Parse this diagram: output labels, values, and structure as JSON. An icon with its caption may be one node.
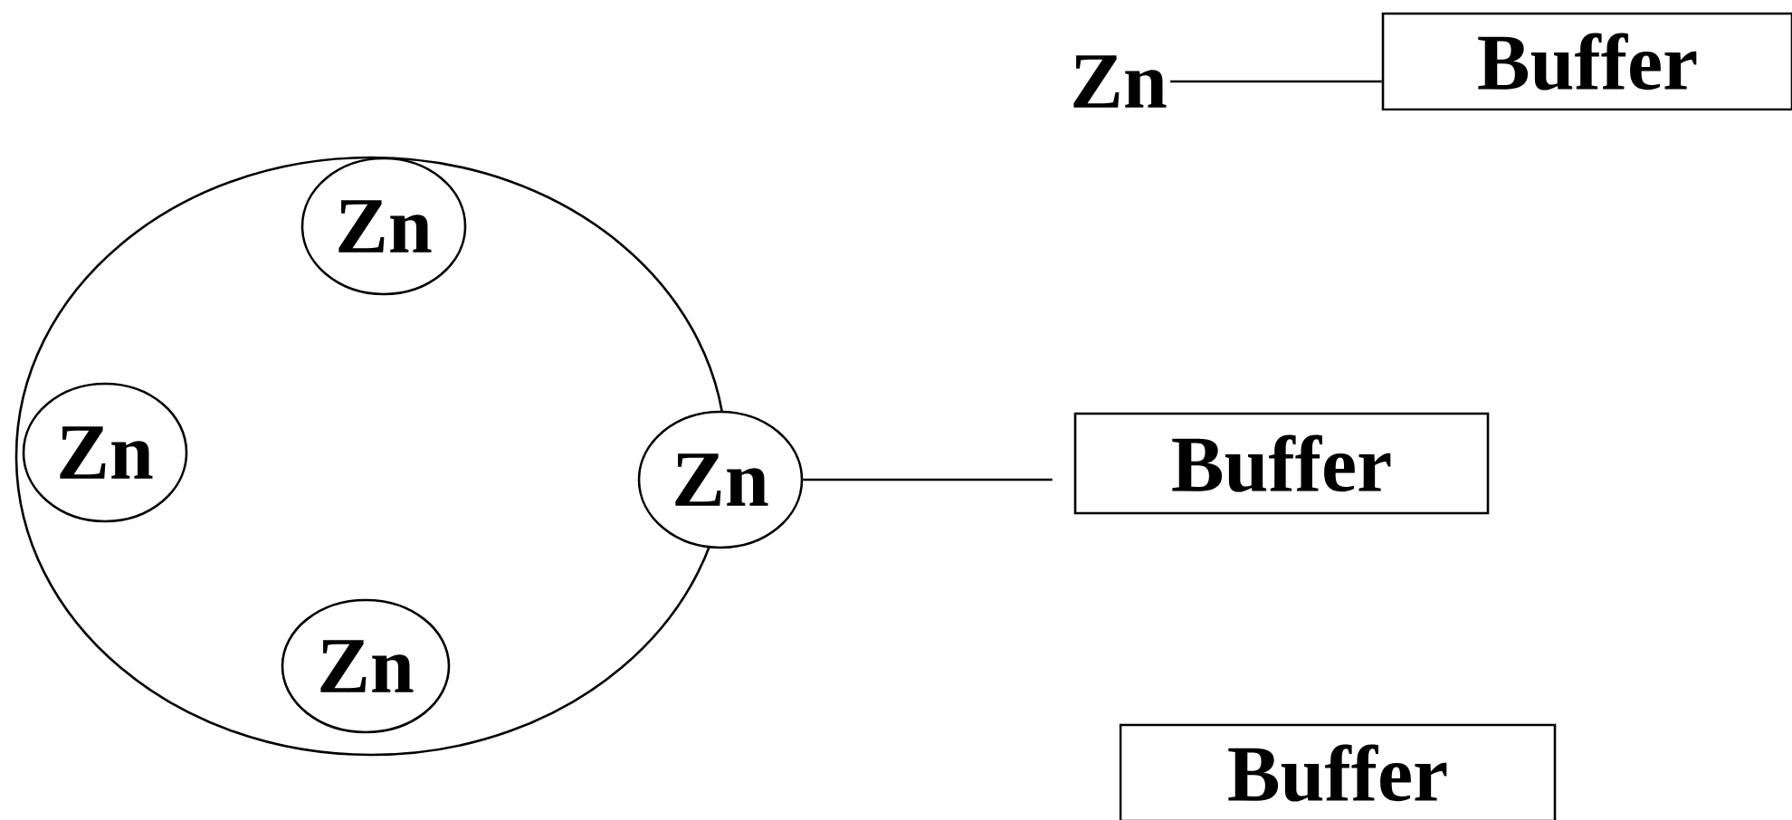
{
  "diagram": {
    "nodes": [
      {
        "text": [
          "Zn"
        ]
      },
      {
        "text": [
          "Buffer"
        ]
      },
      {
        "text": [],
        "shape": "circle"
      },
      {
        "text": [
          "Zn"
        ],
        "in": 2
      },
      {
        "text": [
          "Zn"
        ],
        "in": 2
      },
      {
        "text": [
          "Zn"
        ]
      },
      {
        "text": [
          "Buffer"
        ]
      },
      {
        "text": [
          "Zn"
        ],
        "in": 2
      },
      {
        "text": [
          "Buffer"
        ]
      }
    ],
    "edges": [
      {
        "from": 0,
        "to": 1,
        "arrow": "none"
      },
      {
        "from": 5,
        "to": 6,
        "arrow": "none"
      }
    ]
  }
}
